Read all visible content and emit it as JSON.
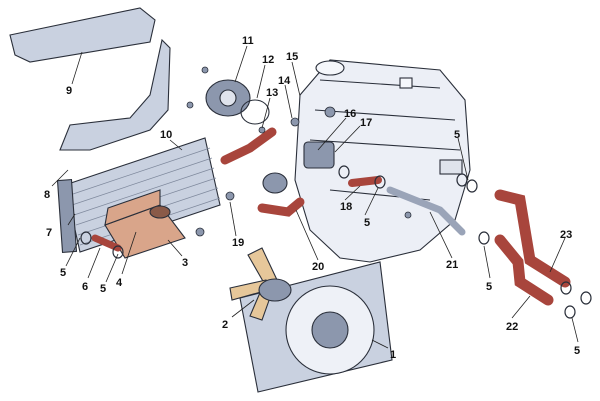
{
  "colors": {
    "metal": "#c9d1e0",
    "metal_dark": "#8c97ad",
    "engine": "#eceff6",
    "hose": "#a8453c",
    "tank": "#d9a58a",
    "fan": "#e6c79a",
    "outline": "#2a2f3a"
  },
  "callouts": {
    "c1": "1",
    "c2": "2",
    "c3": "3",
    "c4": "4",
    "c5a": "5",
    "c5b": "5",
    "c5c": "5",
    "c5d": "5",
    "c5e": "5",
    "c5f": "5",
    "c6": "6",
    "c7": "7",
    "c8": "8",
    "c9": "9",
    "c10": "10",
    "c11": "11",
    "c12": "12",
    "c13": "13",
    "c14": "14",
    "c15": "15",
    "c16": "16",
    "c17": "17",
    "c18": "18",
    "c19": "19",
    "c20": "20",
    "c21": "21",
    "c22": "22",
    "c23": "23"
  }
}
